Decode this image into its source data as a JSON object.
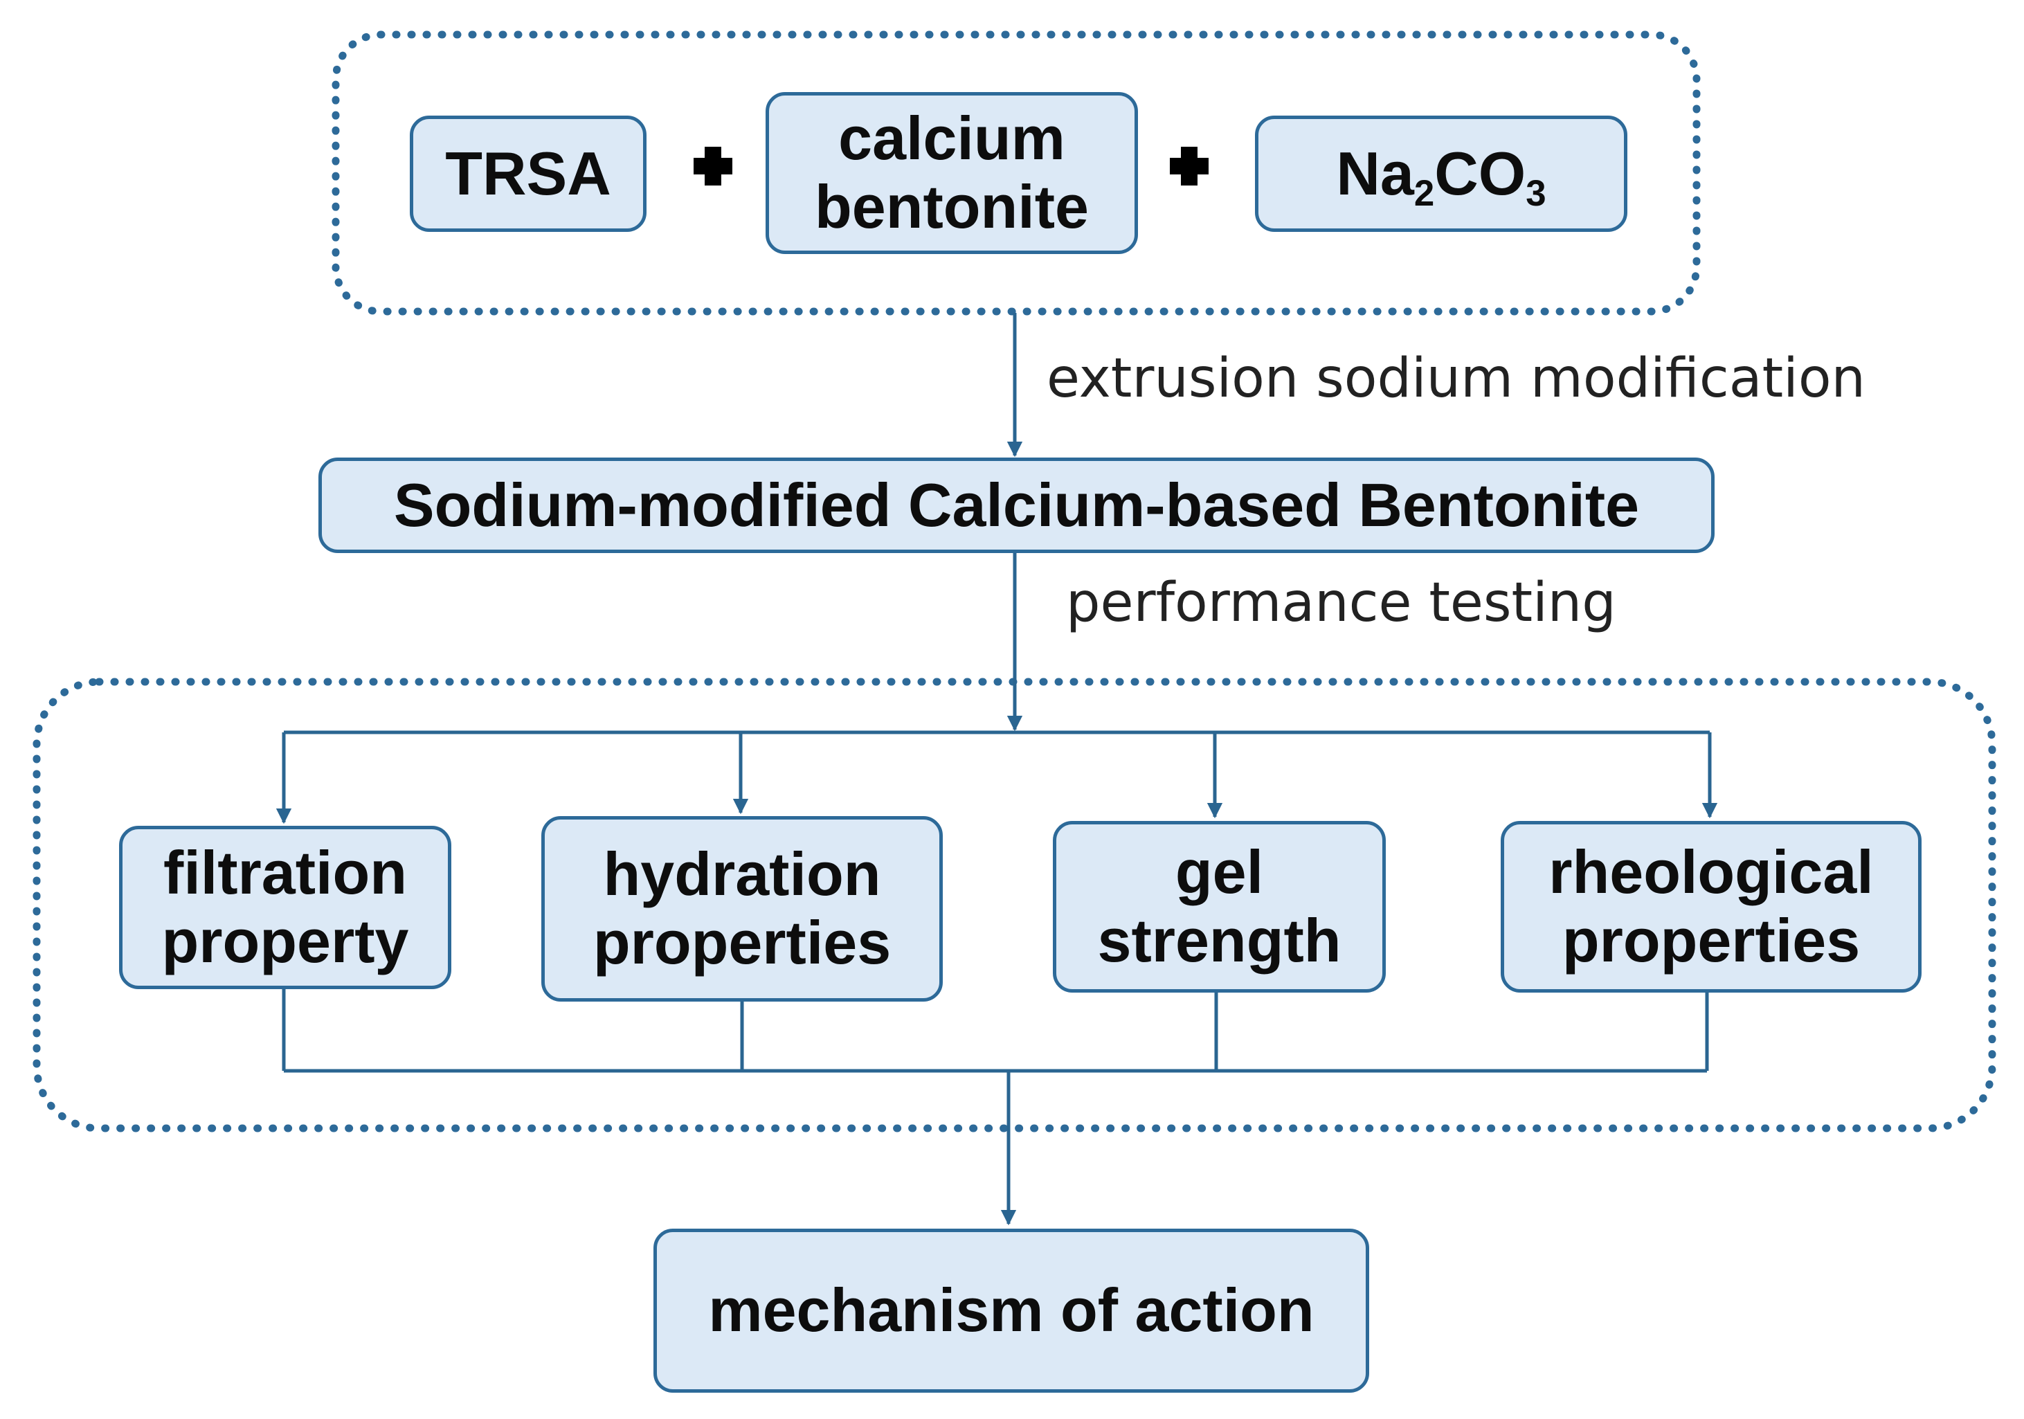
{
  "inputs": {
    "trsa": "TRSA",
    "calcium_bentonite": [
      "calcium",
      "bentonite"
    ],
    "sodium_carbonate": {
      "base1": "Na",
      "sub1": "2",
      "base2": "CO",
      "sub2": "3"
    }
  },
  "step_modification": "extrusion sodium modification",
  "product": "Sodium-modified Calcium-based Bentonite",
  "step_testing": "performance testing",
  "tests": [
    [
      "filtration",
      "property"
    ],
    [
      "hydration",
      "properties"
    ],
    [
      "gel",
      "strength"
    ],
    [
      "rheological",
      "properties"
    ]
  ],
  "conclusion": "mechanism of action",
  "colors": {
    "box_fill": "#dce9f6",
    "box_border": "#2d6a99",
    "dotted_frame": "#2d6a99",
    "connector": "#2a6591",
    "plus": "#000000"
  }
}
